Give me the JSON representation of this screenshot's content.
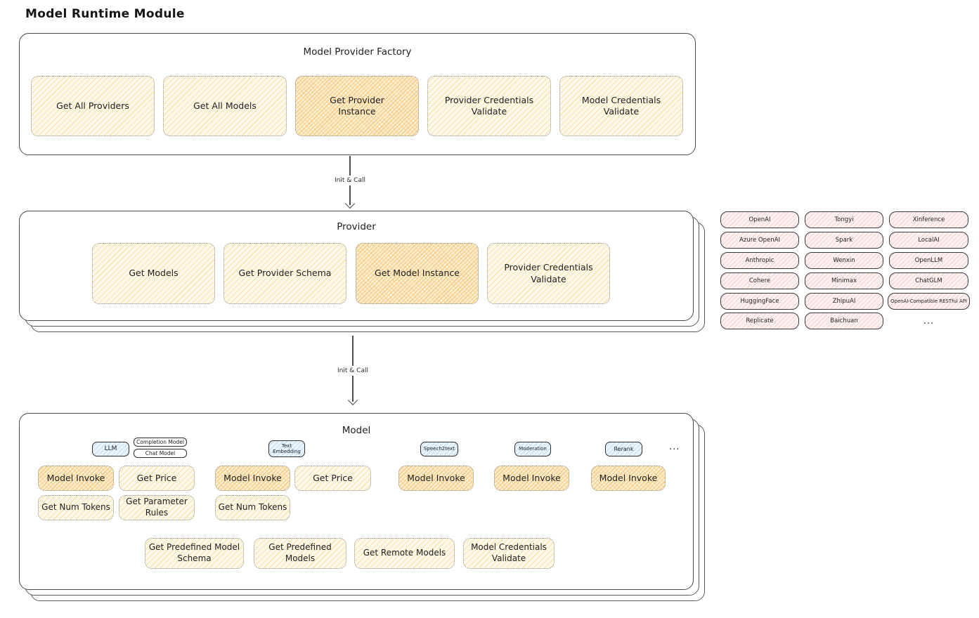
{
  "title": "Model Runtime Module",
  "factory": {
    "title": "Model Provider Factory",
    "boxes": [
      {
        "label": "Get All Providers"
      },
      {
        "label": "Get All Models"
      },
      {
        "label": "Get Provider\nInstance"
      },
      {
        "label": "Provider Credentials\nValidate"
      },
      {
        "label": "Model Credentials\nValidate"
      }
    ]
  },
  "arrow1": {
    "label": "Init & Call"
  },
  "arrow2": {
    "label": "Init & Call"
  },
  "provider": {
    "title": "Provider",
    "boxes": [
      {
        "label": "Get Models"
      },
      {
        "label": "Get Provider Schema"
      },
      {
        "label": "Get Model Instance"
      },
      {
        "label": "Provider Credentials\nValidate"
      }
    ]
  },
  "providers": [
    "OpenAI",
    "Tongyi",
    "Xinference",
    "Azure OpenAI",
    "Spark",
    "LocalAI",
    "Anthropic",
    "Wenxin",
    "OpenLLM",
    "Cohere",
    "Minimax",
    "ChatGLM",
    "HuggingFace",
    "ZhipuAI",
    "OpenAI-Compatible RESTful API",
    "Replicate",
    "Baichuan",
    "..."
  ],
  "model": {
    "title": "Model",
    "badges": {
      "llm": "LLM",
      "completion_model": "Completion Model",
      "chat_model": "Chat Model",
      "text_embedding": "Text\nEmbedding",
      "speech2text": "Speech2text",
      "moderation": "Moderation",
      "rerank": "Rerank",
      "more": "..."
    },
    "boxes": {
      "llm_model_invoke": "Model Invoke",
      "llm_get_price": "Get Price",
      "llm_get_num_tokens": "Get Num Tokens",
      "llm_get_parameter_rules": "Get Parameter\nRules",
      "te_model_invoke": "Model Invoke",
      "te_get_price": "Get Price",
      "te_get_num_tokens": "Get Num Tokens",
      "s2t_model_invoke": "Model Invoke",
      "moderation_model_invoke": "Model Invoke",
      "rerank_model_invoke": "Model Invoke",
      "get_predefined_model_schema": "Get Predefined Model\nSchema",
      "get_predefined_models": "Get Predefined\nModels",
      "get_remote_models": "Get Remote Models",
      "model_credentials_validate": "Model Credentials\nValidate"
    }
  },
  "colors": {
    "yellow_fill": "#fdf8e8",
    "yellow_hatch": "#f2cd78",
    "orange_fill": "#fcf0d0",
    "orange_hatch": "#f0ad4e",
    "pink_fill": "#fdf2f1",
    "pink_hatch": "#eba0a0",
    "blue_fill": "#eaf4fc",
    "blue_hatch": "#7dafd7",
    "stroke": "#4a4a4a",
    "text": "#1f1f1f"
  }
}
